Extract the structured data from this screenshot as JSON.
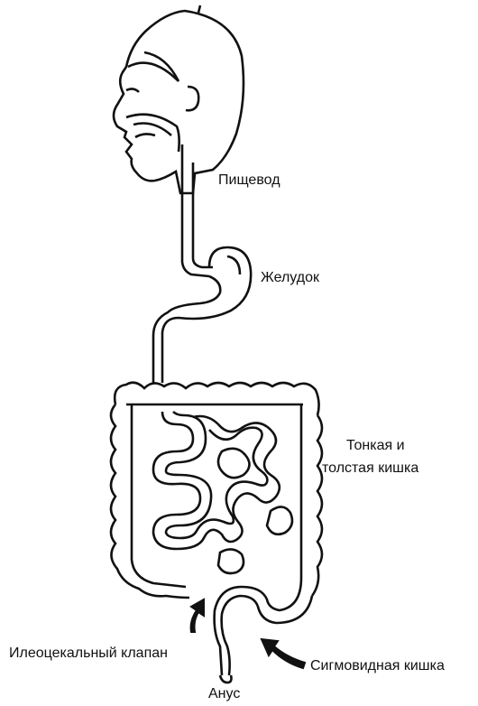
{
  "labels": {
    "esophagus": "Пищевод",
    "stomach": "Желудок",
    "intestine_line1": "Тонкая и",
    "intestine_line2": "толстая кишка",
    "ileocecal_valve": "Илеоцекальный клапан",
    "sigmoid_colon": "Сигмовидная кишка",
    "anus": "Анус"
  },
  "colors": {
    "ink": "#111111",
    "background": "#ffffff"
  }
}
